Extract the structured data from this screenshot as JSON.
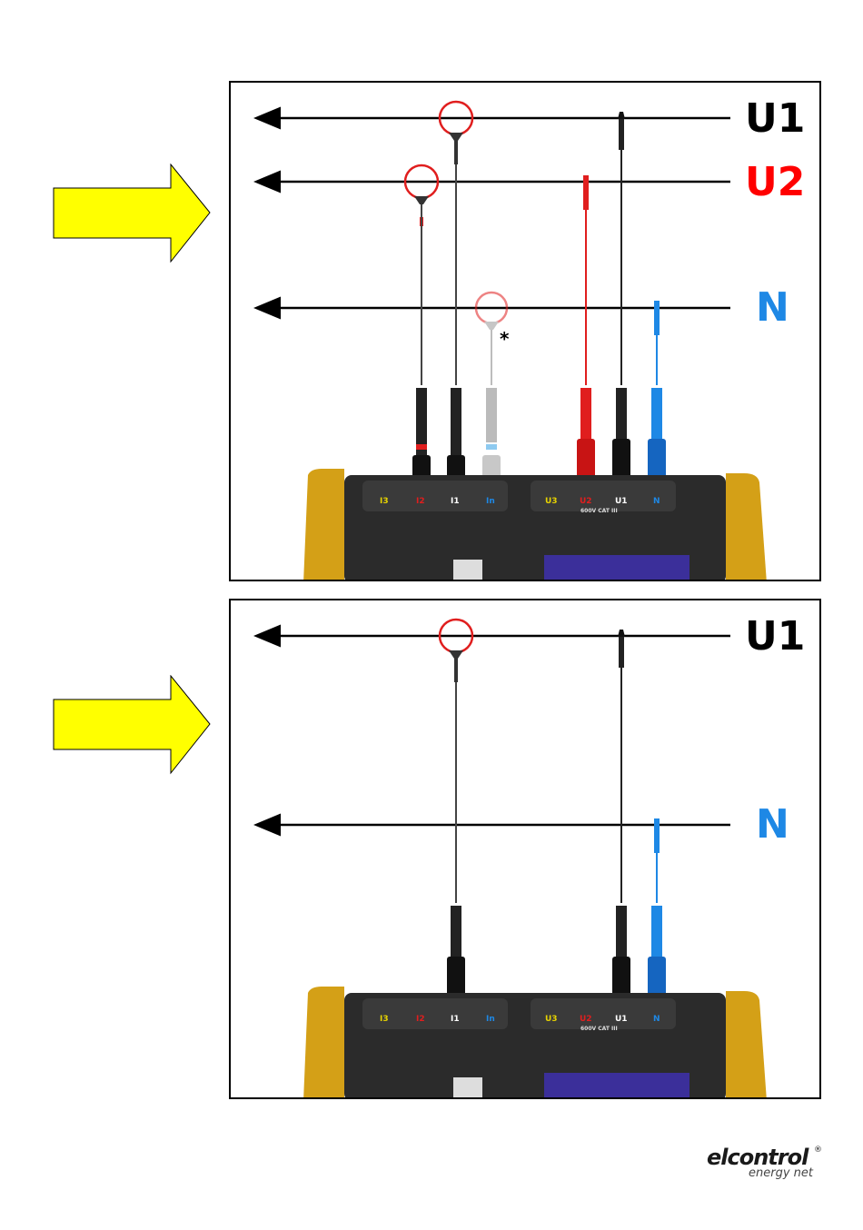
{
  "colors": {
    "arrow_fill": "#ffff00",
    "u1": "#000000",
    "u2": "#ff0000",
    "n": "#1e88e5",
    "clamp_red": "#e01e1e",
    "device_yellow": "#d4a017",
    "device_body": "#2b2b2b",
    "screen": "#3b2f9a"
  },
  "diagram_top": {
    "labels": {
      "line1": "U1",
      "line2": "U2",
      "line3": "N"
    },
    "marker": "*",
    "ports_current": [
      "I3",
      "I2",
      "I1",
      "In"
    ],
    "ports_voltage": [
      "U3",
      "U2",
      "U1",
      "N"
    ],
    "rating": "600V CAT III"
  },
  "diagram_bottom": {
    "labels": {
      "line1": "U1",
      "line3": "N"
    },
    "ports_current": [
      "I3",
      "I2",
      "I1",
      "In"
    ],
    "ports_voltage": [
      "U3",
      "U2",
      "U1",
      "N"
    ],
    "rating": "600V CAT III"
  },
  "logo": {
    "brand": "elcontrol",
    "registered": "®",
    "tagline": "energy net"
  }
}
